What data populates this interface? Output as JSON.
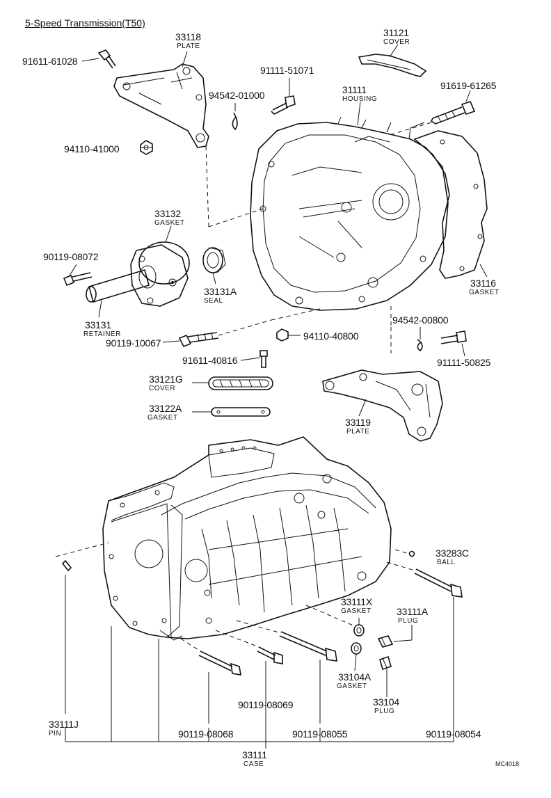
{
  "title": "5-Speed Transmission(T50)",
  "catalog_code": "MC4018",
  "parts": [
    {
      "id": "33118",
      "number": "33118",
      "name": "PLATE"
    },
    {
      "id": "91611-61028",
      "number": "91611-61028",
      "name": ""
    },
    {
      "id": "94110-41000",
      "number": "94110-41000",
      "name": ""
    },
    {
      "id": "94542-01000",
      "number": "94542-01000",
      "name": ""
    },
    {
      "id": "91111-51071",
      "number": "91111-51071",
      "name": ""
    },
    {
      "id": "31121",
      "number": "31121",
      "name": "COVER"
    },
    {
      "id": "31111",
      "number": "31111",
      "name": "HOUSING"
    },
    {
      "id": "91619-61265",
      "number": "91619-61265",
      "name": ""
    },
    {
      "id": "33132",
      "number": "33132",
      "name": "GASKET"
    },
    {
      "id": "90119-08072",
      "number": "90119-08072",
      "name": ""
    },
    {
      "id": "33131A",
      "number": "33131A",
      "name": "SEAL"
    },
    {
      "id": "33131",
      "number": "33131",
      "name": "RETAINER"
    },
    {
      "id": "90119-10067",
      "number": "90119-10067",
      "name": ""
    },
    {
      "id": "33116",
      "number": "33116",
      "name": "GASKET"
    },
    {
      "id": "94542-00800",
      "number": "94542-00800",
      "name": ""
    },
    {
      "id": "94110-40800",
      "number": "94110-40800",
      "name": ""
    },
    {
      "id": "91611-40816",
      "number": "91611-40816",
      "name": ""
    },
    {
      "id": "91111-50825",
      "number": "91111-50825",
      "name": ""
    },
    {
      "id": "33121G",
      "number": "33121G",
      "name": "COVER"
    },
    {
      "id": "33122A",
      "number": "33122A",
      "name": "GASKET"
    },
    {
      "id": "33119",
      "number": "33119",
      "name": "PLATE"
    },
    {
      "id": "33283C",
      "number": "33283C",
      "name": "BALL"
    },
    {
      "id": "33111X",
      "number": "33111X",
      "name": "GASKET"
    },
    {
      "id": "33111A",
      "number": "33111A",
      "name": "PLUG"
    },
    {
      "id": "33104A",
      "number": "33104A",
      "name": "GASKET"
    },
    {
      "id": "33104",
      "number": "33104",
      "name": "PLUG"
    },
    {
      "id": "90119-08069",
      "number": "90119-08069",
      "name": ""
    },
    {
      "id": "33111J",
      "number": "33111J",
      "name": "PIN"
    },
    {
      "id": "90119-08068",
      "number": "90119-08068",
      "name": ""
    },
    {
      "id": "90119-08055",
      "number": "90119-08055",
      "name": ""
    },
    {
      "id": "90119-08054",
      "number": "90119-08054",
      "name": ""
    },
    {
      "id": "33111",
      "number": "33111",
      "name": "CASE"
    }
  ]
}
